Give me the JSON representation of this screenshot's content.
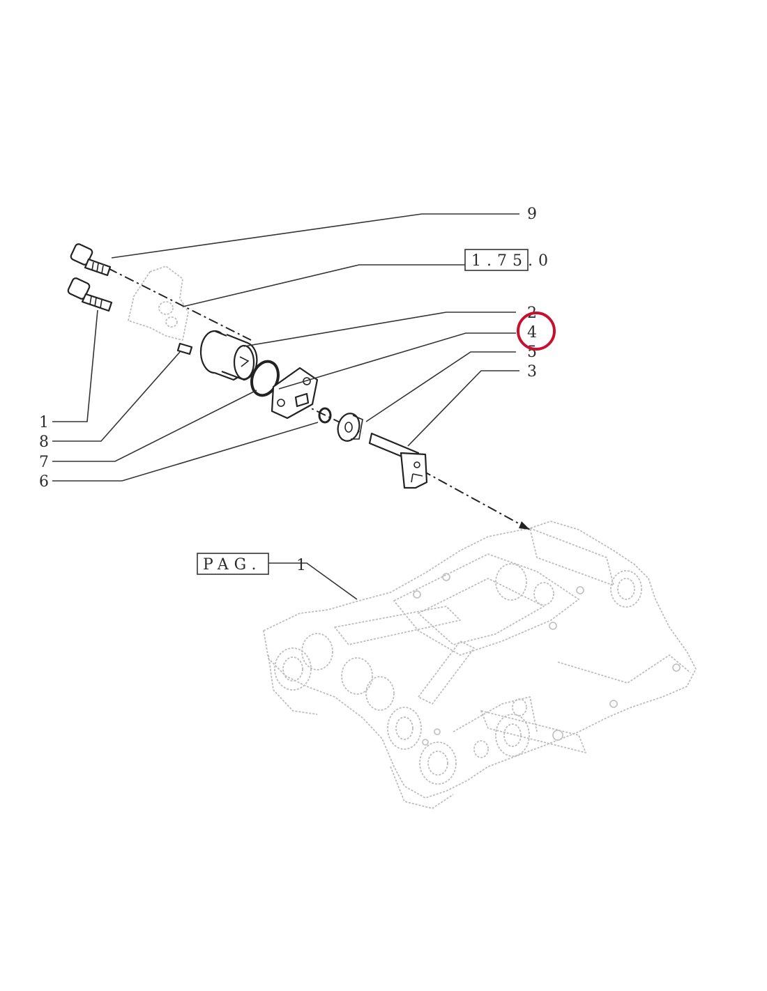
{
  "diagram": {
    "callouts": [
      "9",
      "2",
      "4",
      "5",
      "3",
      "1",
      "8",
      "7",
      "6"
    ],
    "reference_box": "1.75.0",
    "page_box": "PAG.",
    "page_ref": "1",
    "highlight_color": "#c8102e"
  }
}
